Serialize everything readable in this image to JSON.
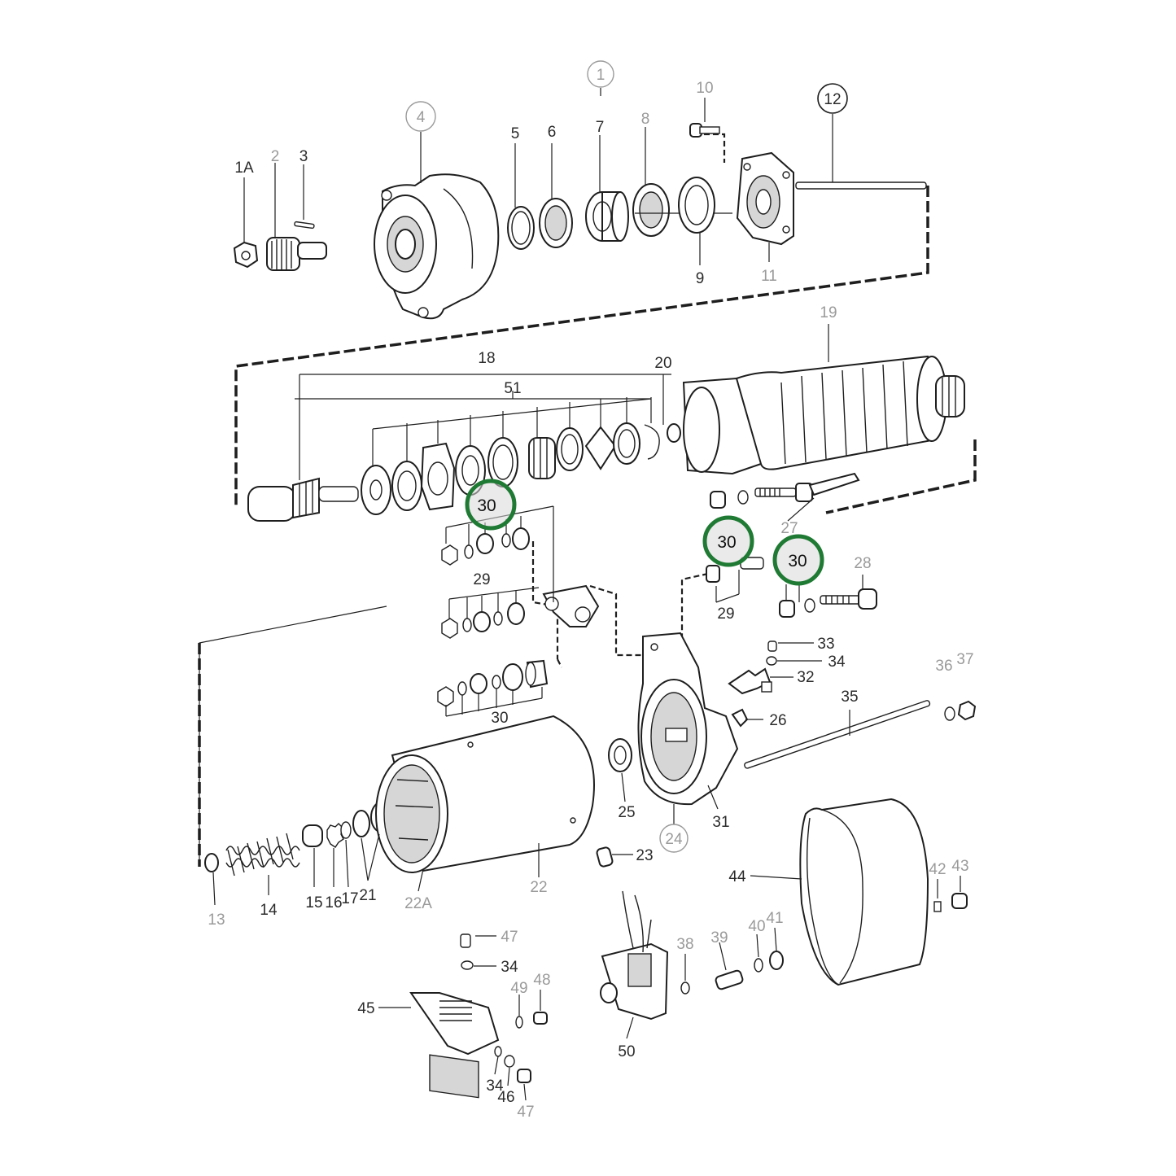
{
  "labels": {
    "l1": "1",
    "l1a": "1A",
    "l2": "2",
    "l3": "3",
    "l4": "4",
    "l5": "5",
    "l6": "6",
    "l7": "7",
    "l8": "8",
    "l9": "9",
    "l10": "10",
    "l11": "11",
    "l12": "12",
    "l13": "13",
    "l14": "14",
    "l15": "15",
    "l16": "16",
    "l17": "17",
    "l18": "18",
    "l19": "19",
    "l20": "20",
    "l21": "21",
    "l22": "22",
    "l22a": "22A",
    "l23": "23",
    "l24": "24",
    "l25": "25",
    "l26": "26",
    "l27": "27",
    "l28": "28",
    "l29a": "29",
    "l29b": "29",
    "l30d": "30",
    "l31": "31",
    "l32": "32",
    "l33": "33",
    "l34a": "34",
    "l34b": "34",
    "l34c": "34",
    "l35": "35",
    "l36": "36",
    "l37": "37",
    "l38": "38",
    "l39": "39",
    "l40": "40",
    "l41": "41",
    "l42": "42",
    "l43": "43",
    "l44": "44",
    "l45": "45",
    "l46": "46",
    "l47a": "47",
    "l47b": "47",
    "l48": "48",
    "l49": "49",
    "l50": "50",
    "l51": "51"
  },
  "highlights": {
    "h1": "30",
    "h2": "30",
    "h3": "30"
  },
  "colors": {
    "highlight_ring": "#1f7a33",
    "highlight_fill": "#d9d9d9",
    "ink": "#1e1e1e",
    "grey_label": "#9a9a9a"
  }
}
